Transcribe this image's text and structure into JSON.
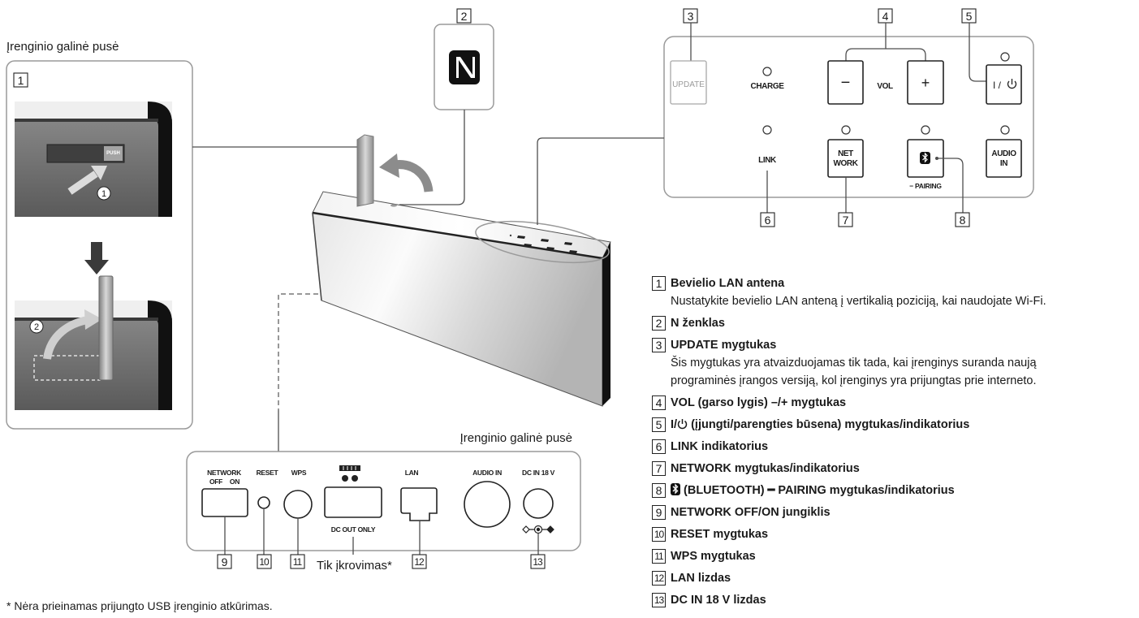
{
  "labels": {
    "rear_side_top": "Įrenginio galinė pusė",
    "rear_side_bottom": "Įrenginio galinė pusė",
    "charging_only": "Tik įkrovimas*",
    "footnote": "*  Nėra prieinamas prijungto USB įrenginio atkūrimas."
  },
  "illustration": {
    "push": "PUSH",
    "step1": "1",
    "step2": "2"
  },
  "top_panel": {
    "update": "UPDATE",
    "charge": "CHARGE",
    "vol": "VOL",
    "minus": "−",
    "plus": "+",
    "power_prefix": "I /",
    "link": "LINK",
    "network_1": "NET",
    "network_2": "WORK",
    "pairing": "− PAIRING",
    "audio_1": "AUDIO",
    "audio_2": "IN"
  },
  "rear_panel": {
    "network": "NETWORK",
    "off": "OFF",
    "on": "ON",
    "reset": "RESET",
    "wps": "WPS",
    "dc_out": "DC OUT ONLY",
    "lan": "LAN",
    "audio_in": "AUDIO IN",
    "dc_in": "DC IN 18 V"
  },
  "legend": [
    {
      "num": "1",
      "title": "Bevielio LAN antena",
      "desc": [
        "Nustatykite bevielio LAN anteną į vertikalią poziciją, kai naudojate Wi-Fi."
      ]
    },
    {
      "num": "2",
      "title": "N ženklas"
    },
    {
      "num": "3",
      "title": "UPDATE mygtukas",
      "desc": [
        "Šis mygtukas yra atvaizduojamas tik tada, kai įrenginys suranda naują",
        "programinės įrangos versiją, kol įrenginys yra prijungtas prie interneto."
      ]
    },
    {
      "num": "4",
      "title": "VOL (garso lygis) –/+ mygtukas"
    },
    {
      "num": "5",
      "title_pre": "I/",
      "title": " (įjungti/parengties būsena) mygtukas/indikatorius"
    },
    {
      "num": "6",
      "title": "LINK indikatorius"
    },
    {
      "num": "7",
      "title": "NETWORK mygtukas/indikatorius"
    },
    {
      "num": "8",
      "title": " (BLUETOOTH) ━ PAIRING mygtukas/indikatorius"
    },
    {
      "num": "9",
      "title": "NETWORK OFF/ON jungiklis"
    },
    {
      "num": "10",
      "title": "RESET mygtukas"
    },
    {
      "num": "11",
      "title": "WPS mygtukas"
    },
    {
      "num": "12",
      "title": "LAN lizdas"
    },
    {
      "num": "13",
      "title": "DC IN 18 V lizdas"
    }
  ],
  "icons": {
    "nfc": "n-mark-icon",
    "power": "power-icon",
    "bluetooth": "bluetooth-icon",
    "down_arrow": "down-arrow-icon",
    "rotate_arrow": "curved-arrow-icon"
  },
  "colors": {
    "line": "#4d4d4d",
    "frame": "#9a9a9a",
    "button": "#222222",
    "arrow": "#8c8c8c"
  }
}
